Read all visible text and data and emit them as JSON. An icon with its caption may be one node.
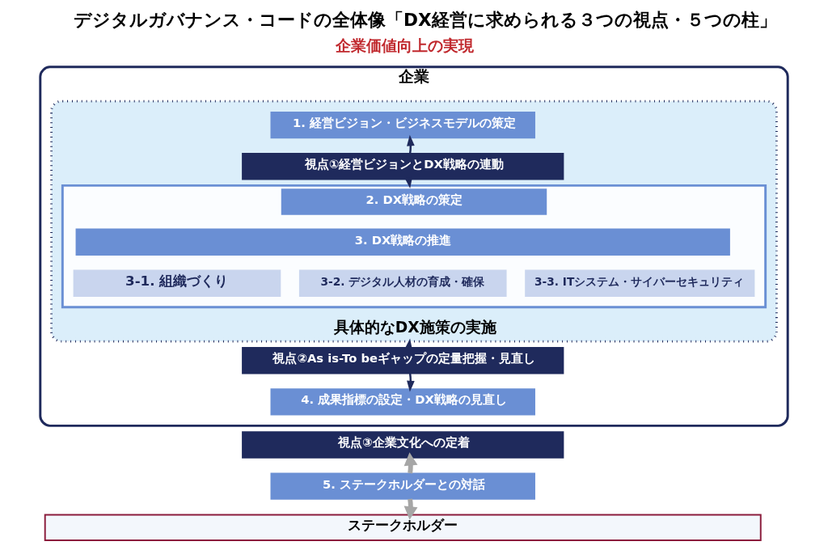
{
  "diagram": {
    "title": "デジタルガバナンス・コードの全体像「DX経営に求められる３つの視点・５つの柱」",
    "nodes": [
      {
        "text": [
          "企業"
        ]
      },
      {
        "text": [
          "具体的なDX施策の実施"
        ],
        "in": 0
      },
      {
        "text": [
          "1. 経営ビジョン・ビジネスモデルの策定"
        ],
        "in": 1
      },
      {
        "text": [
          "視点①経営ビジョンとDX戦略の連動"
        ],
        "in": 1
      },
      {
        "text": [
          "2. DX戦略の策定"
        ],
        "in": 1
      },
      {
        "text": [
          "3. DX戦略の推進"
        ],
        "in": 4
      },
      {
        "text": [
          "3-1. 組織づくり"
        ],
        "in": 4
      },
      {
        "text": [
          "3-2. デジタル人材の育成・確保"
        ],
        "in": 4
      },
      {
        "text": [
          "3-3. ITシステム・サイバーセキュリティ"
        ],
        "in": 4
      },
      {
        "text": [
          "視点②As is-To beギャップの定量把握・見直し"
        ],
        "in": 0
      },
      {
        "text": [
          "4. 成果指標の設定・DX戦略の見直し"
        ],
        "in": 0
      },
      {
        "text": [
          "視点③企業文化への定着"
        ]
      },
      {
        "text": [
          "5. ステークホルダーとの対話"
        ]
      },
      {
        "text": [
          "ステークホルダー"
        ]
      }
    ],
    "edges": [
      {
        "from": 3,
        "to": 2,
        "arrow": "to"
      },
      {
        "from": 3,
        "to": 4,
        "arrow": "to"
      },
      {
        "from": 9,
        "to": 1,
        "arrow": "to"
      },
      {
        "from": 9,
        "to": 10,
        "arrow": "to"
      },
      {
        "from": 12,
        "to": 11,
        "arrow": "to",
        "style": "thick",
        "color": "#a6a6a6"
      },
      {
        "from": 12,
        "to": 13,
        "arrow": "to",
        "style": "thick",
        "color": "#a6a6a6"
      }
    ],
    "labels": [
      "企業価値向上の実現"
    ]
  }
}
